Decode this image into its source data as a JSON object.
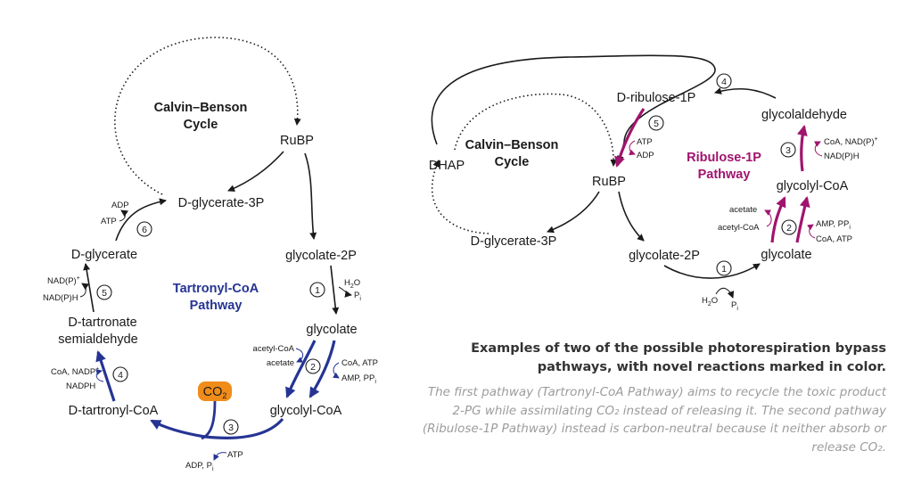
{
  "left": {
    "cycle_title_1": "Calvin–Benson",
    "cycle_title_2": "Cycle",
    "rubp": "RuBP",
    "dg3p": "D-glycerate-3P",
    "glycolate2p": "glycolate-2P",
    "h2o": "H2O",
    "pi": "Pi",
    "step1": "1",
    "glycolate": "glycolate",
    "acetyl_coa": "acetyl-CoA",
    "acetate": "acetate",
    "step2": "2",
    "coa_atp": "CoA, ATP",
    "amp_ppi": "AMP, PPi",
    "glycolyl_coa": "glycolyl-CoA",
    "co2": "CO2",
    "step3": "3",
    "atp": "ATP",
    "adp_pi": "ADP, Pi",
    "dtartronyl": "D-tartronyl-CoA",
    "coa_nadp": "CoA, NADP+",
    "nadph": "NADPH",
    "step4": "4",
    "semi1": "D-tartronate",
    "semi2": "semialdehyde",
    "nadp_plus": "NAD(P)+",
    "nadph2": "NAD(P)H",
    "step5": "5",
    "dglycerate": "D-glycerate",
    "atp6": "ATP",
    "adp6": "ADP",
    "step6": "6",
    "pathway_1": "Tartronyl-CoA",
    "pathway_2": "Pathway",
    "colors": {
      "blue": "#253494",
      "co2": "#f08c1a"
    }
  },
  "right": {
    "cycle_title_1": "Calvin–Benson",
    "cycle_title_2": "Cycle",
    "dhap": "DHAP",
    "rubp": "RuBP",
    "dg3p": "D-glycerate-3P",
    "dribulose": "D-ribulose-1P",
    "step4": "4",
    "glycolaldehyde": "glycolaldehyde",
    "step5": "5",
    "atp": "ATP",
    "adp": "ADP",
    "pathway_1": "Ribulose-1P",
    "pathway_2": "Pathway",
    "step3": "3",
    "coa_nadp": "CoA, NAD(P)+",
    "nadph": "NAD(P)H",
    "glycolyl_coa": "glycolyl-CoA",
    "acetate": "acetate",
    "acetyl_coa": "acetyl-CoA",
    "step2": "2",
    "amp_ppi": "AMP, PPi",
    "coa_atp": "CoA, ATP",
    "glycolate2p": "glycolate-2P",
    "glycolate": "glycolate",
    "step1": "1",
    "h2o": "H2O",
    "pi": "Pi",
    "colors": {
      "magenta": "#a0146e"
    }
  },
  "caption": {
    "title": "Examples of two of the possible photorespiration bypass pathways, with novel reactions marked in color.",
    "body": "The first pathway (Tartronyl-CoA Pathway) aims to recycle the toxic product 2-PG while assimilating CO₂ instead of releasing it. The second pathway (Ribulose-1P Pathway) instead is carbon-neutral because it neither absorb or release CO₂."
  }
}
